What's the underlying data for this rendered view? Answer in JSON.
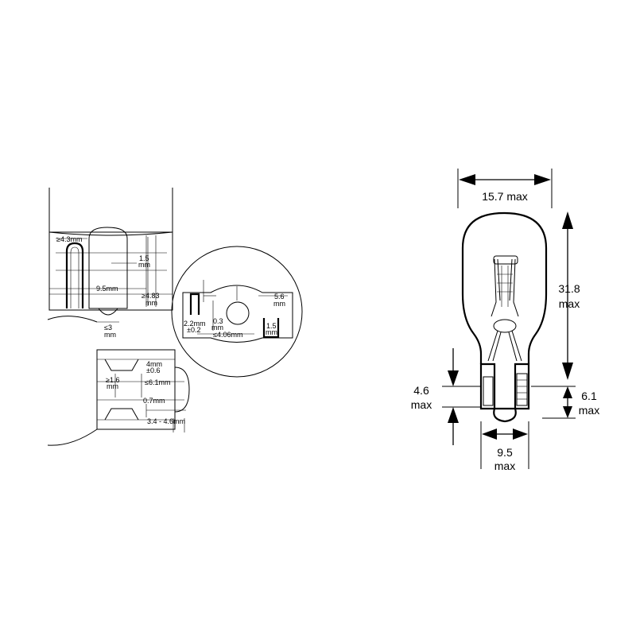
{
  "side_detail": {
    "labels": {
      "ge_4_3": "≥4.3mm",
      "v_1_5": "1.5",
      "v_1_5_unit": "mm",
      "w_9_5": "9.5mm",
      "ge_4_83": "≥4.83",
      "ge_4_83_unit": "mm",
      "le_3": "≤3",
      "le_3_unit": "mm"
    }
  },
  "bottom_detail": {
    "labels": {
      "v_4": "4mm",
      "v_4_tol": "±0.6",
      "ge_1_6": "≥1.6",
      "ge_1_6_unit": "mm",
      "le_6_1": "≤6.1mm",
      "v_0_7": "0.7mm",
      "range": "3.4 - 4.6mm"
    }
  },
  "end_view": {
    "labels": {
      "v_2_2": "2.2mm",
      "v_2_2_tol": "±0.2",
      "v_0_3": "0.3",
      "v_0_3_unit": "mm",
      "le_4_06": "≤4.06mm",
      "v_5_6": "5.6",
      "v_5_6_unit": "mm",
      "v_1_5": "1.5",
      "v_1_5_unit": "mm"
    }
  },
  "bulb": {
    "width_top": "15.7 max",
    "height_num": "31.8",
    "height_unit": "max",
    "left_num": "4.6",
    "left_unit": "max",
    "right_num": "6.1",
    "right_unit": "max",
    "base_num": "9.5",
    "base_unit": "max"
  }
}
